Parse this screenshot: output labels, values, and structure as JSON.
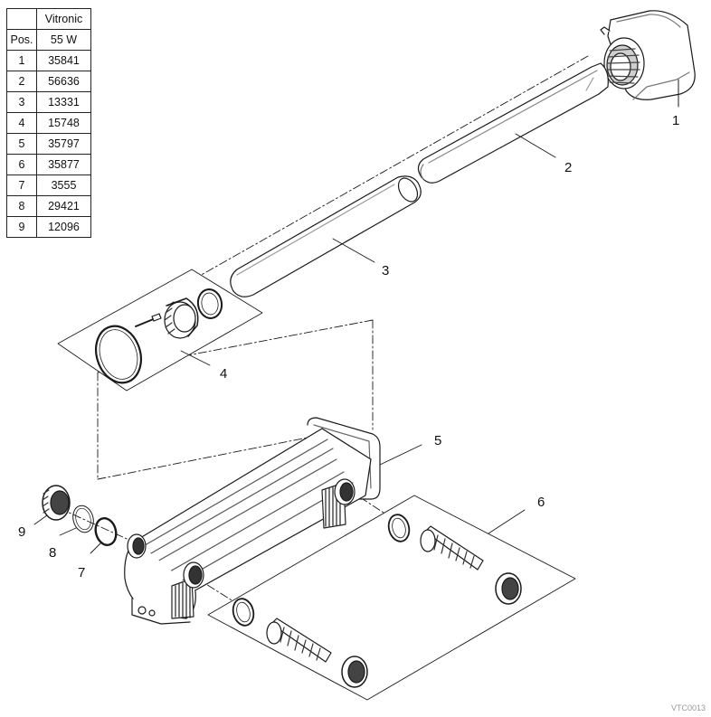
{
  "table": {
    "header_pos": "Pos.",
    "header_model": "Vitronic",
    "header_power": "55 W",
    "rows": [
      {
        "pos": "1",
        "part": "35841"
      },
      {
        "pos": "2",
        "part": "56636"
      },
      {
        "pos": "3",
        "part": "13331"
      },
      {
        "pos": "4",
        "part": "15748"
      },
      {
        "pos": "5",
        "part": "35797"
      },
      {
        "pos": "6",
        "part": "35877"
      },
      {
        "pos": "7",
        "part": "3555"
      },
      {
        "pos": "8",
        "part": "29421"
      },
      {
        "pos": "9",
        "part": "12096"
      }
    ]
  },
  "callouts": {
    "c1": "1",
    "c2": "2",
    "c3": "3",
    "c4": "4",
    "c5": "5",
    "c6": "6",
    "c7": "7",
    "c8": "8",
    "c9": "9"
  },
  "drawing_code": "VTC0013",
  "colors": {
    "line": "#1a1a1a",
    "shade": "#bdbdbd",
    "dark": "#555555"
  }
}
